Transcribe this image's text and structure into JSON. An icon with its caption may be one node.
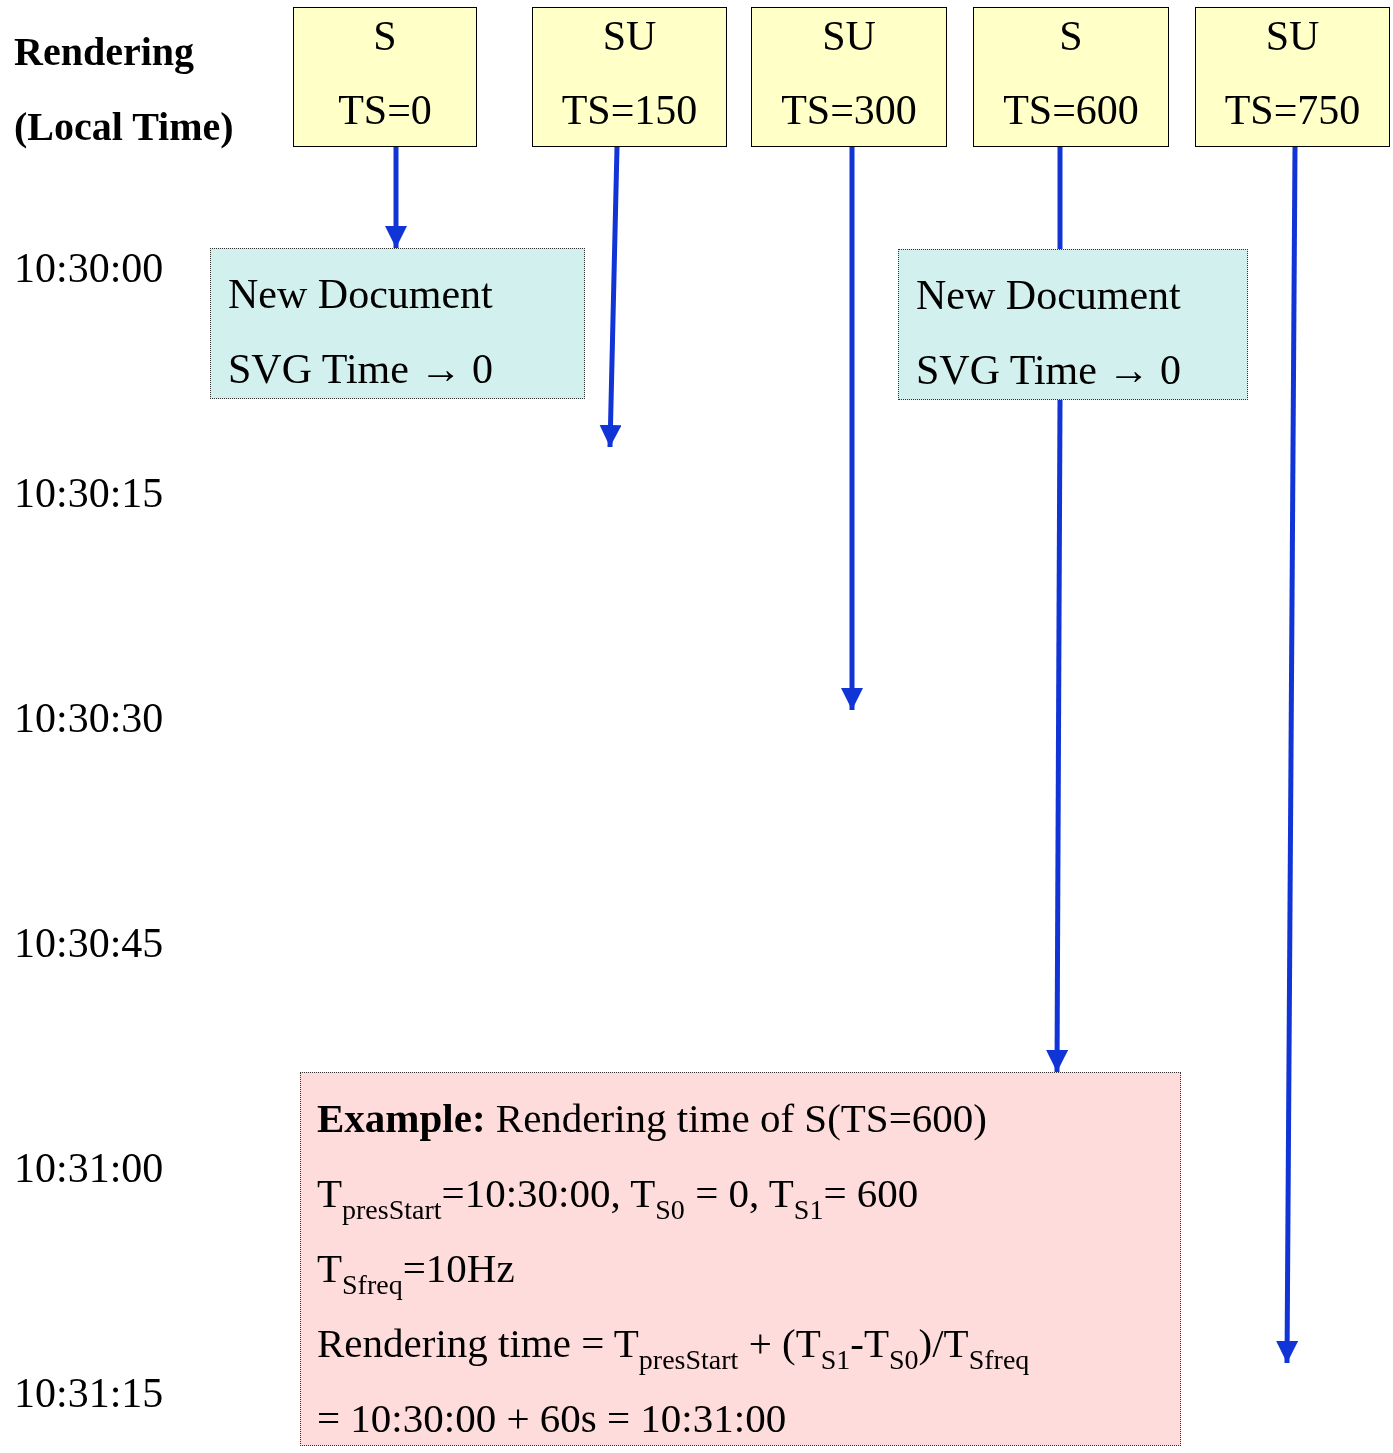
{
  "diagram": {
    "nodes": [
      {
        "text": [
          "S",
          "TS=0"
        ]
      },
      {
        "text": [
          "SU",
          "TS=150"
        ]
      },
      {
        "text": [
          "SU",
          "TS=300"
        ]
      },
      {
        "text": [
          "S",
          "TS=600"
        ]
      },
      {
        "text": [
          "SU",
          "TS=750"
        ]
      },
      {
        "text": [
          "New Document",
          "SVG Time → 0"
        ]
      },
      {
        "text": [
          "New Document",
          "SVG Time → 0"
        ]
      },
      {
        "text": [
          "**Example:** Rendering time of S(TS=600)",
          "T$_{presStart}$=10:30:00, T$_{S0}$ = 0, T$_{S1}$= 600",
          "T$_{Sfreq}$=10Hz",
          "Rendering time = T$_{presStart}$ + (T$_{S1}$-T$_{S0}$)/T$_{Sfreq}$",
          "= 10:30:00 + 60s = 10:31:00"
        ]
      }
    ],
    "edges": [
      {
        "from": 0,
        "to": 5,
        "arrow": "to"
      },
      {
        "from": 1,
        "to": null,
        "arrow": "to"
      },
      {
        "from": 2,
        "to": null,
        "arrow": "to"
      },
      {
        "from": 3,
        "to": 6,
        "arrow": "none"
      },
      {
        "from": 6,
        "to": 7,
        "arrow": "to"
      },
      {
        "from": 4,
        "to": null,
        "arrow": "to"
      }
    ],
    "labels": [
      "Rendering (Local Time)",
      "10:30:00",
      "10:30:15",
      "10:30:30",
      "10:30:45",
      "10:31:00",
      "10:31:15"
    ]
  }
}
